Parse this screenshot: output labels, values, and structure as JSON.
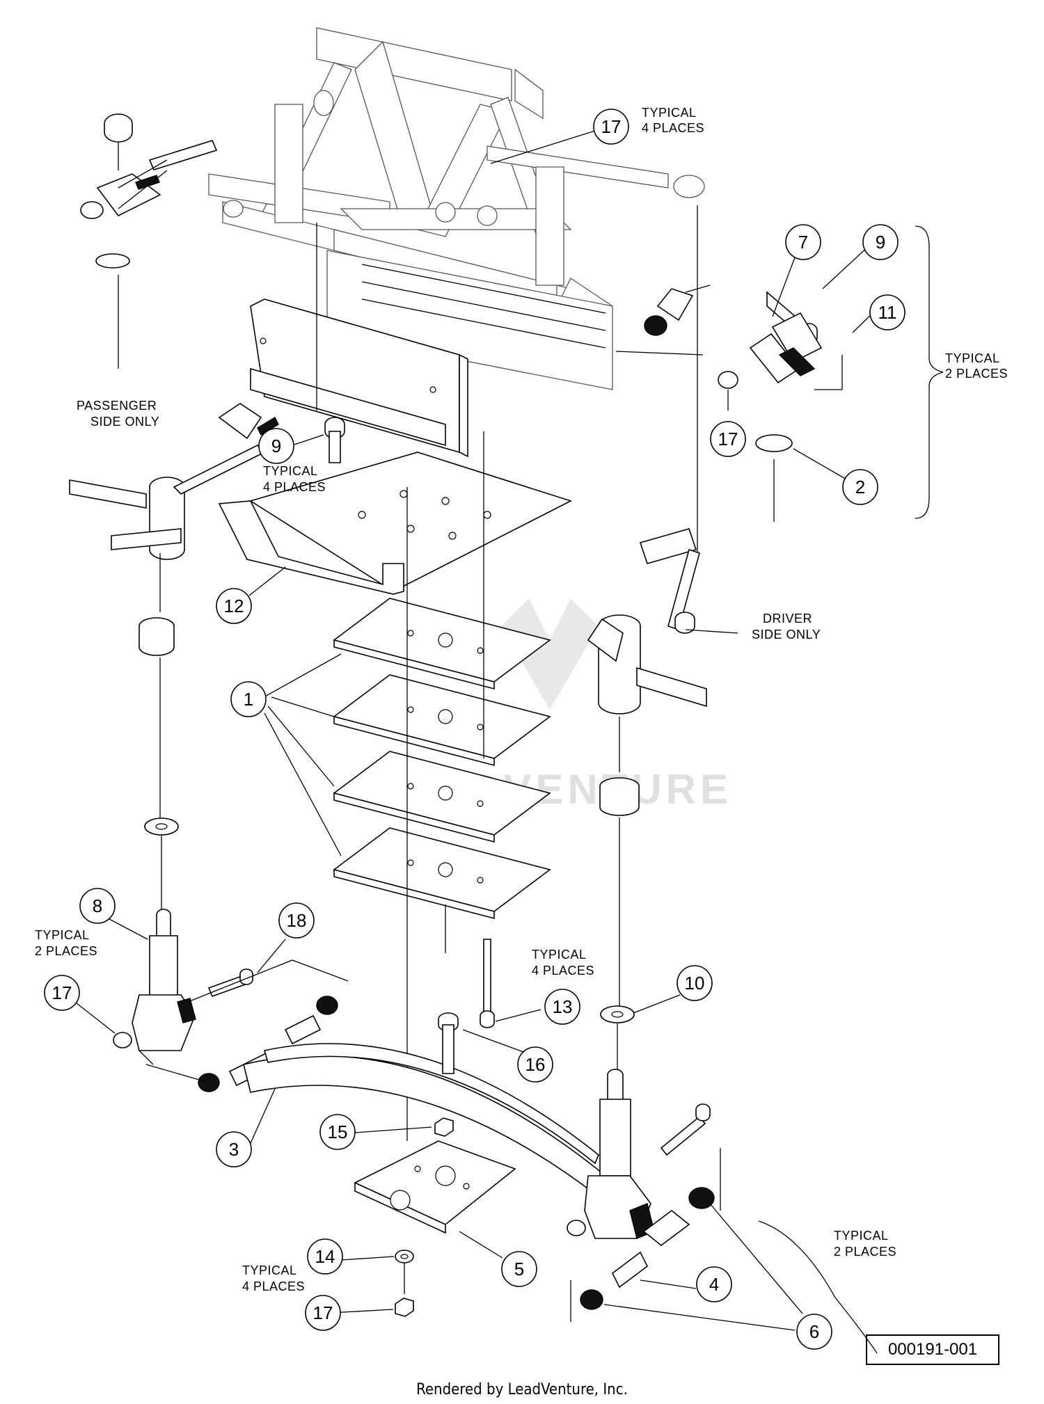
{
  "diagram": {
    "callouts": [
      {
        "id": "c17a",
        "label": "17"
      },
      {
        "id": "c7",
        "label": "7"
      },
      {
        "id": "c9a",
        "label": "9"
      },
      {
        "id": "c11",
        "label": "11"
      },
      {
        "id": "c17b",
        "label": "17"
      },
      {
        "id": "c2",
        "label": "2"
      },
      {
        "id": "c9b",
        "label": "9"
      },
      {
        "id": "c12",
        "label": "12"
      },
      {
        "id": "c1",
        "label": "1"
      },
      {
        "id": "c8",
        "label": "8"
      },
      {
        "id": "c18",
        "label": "18"
      },
      {
        "id": "c17c",
        "label": "17"
      },
      {
        "id": "c10",
        "label": "10"
      },
      {
        "id": "c13",
        "label": "13"
      },
      {
        "id": "c16",
        "label": "16"
      },
      {
        "id": "c3",
        "label": "3"
      },
      {
        "id": "c15",
        "label": "15"
      },
      {
        "id": "c14",
        "label": "14"
      },
      {
        "id": "c5",
        "label": "5"
      },
      {
        "id": "c4",
        "label": "4"
      },
      {
        "id": "c17d",
        "label": "17"
      },
      {
        "id": "c6",
        "label": "6"
      }
    ],
    "notes": {
      "typical_4_places_top": [
        "TYPICAL",
        "4 PLACES"
      ],
      "typical_2_places_right": [
        "TYPICAL",
        "2 PLACES"
      ],
      "passenger_side_only": [
        "PASSENGER",
        "SIDE ONLY"
      ],
      "typical_4_places_mid": [
        "TYPICAL",
        "4 PLACES"
      ],
      "driver_side_only": [
        "DRIVER",
        "SIDE ONLY"
      ],
      "typical_2_places_left": [
        "TYPICAL",
        "2 PLACES"
      ],
      "typical_4_places_lower": [
        "TYPICAL",
        "4 PLACES"
      ],
      "typical_4_places_bottom": [
        "TYPICAL",
        "4 PLACES"
      ],
      "typical_2_places_bottom_right": [
        "TYPICAL",
        "2 PLACES"
      ]
    },
    "watermark": "LEADVENTURE",
    "diagram_id": "000191-001"
  },
  "footer": "Rendered by LeadVenture, Inc."
}
